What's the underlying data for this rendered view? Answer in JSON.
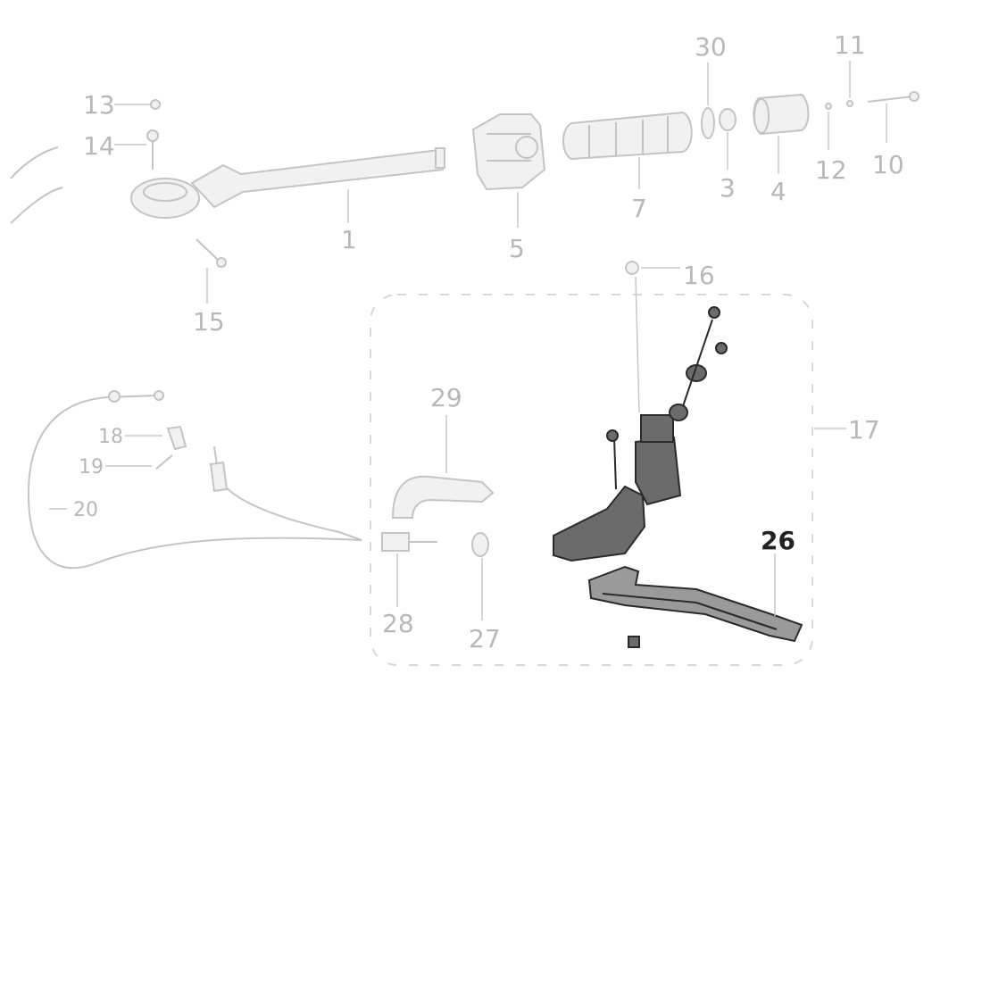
{
  "diagram": {
    "callouts": [
      {
        "id": "c13",
        "label": "13"
      },
      {
        "id": "c14",
        "label": "14"
      },
      {
        "id": "c1",
        "label": "1"
      },
      {
        "id": "c15",
        "label": "15"
      },
      {
        "id": "c5",
        "label": "5"
      },
      {
        "id": "c7",
        "label": "7"
      },
      {
        "id": "c30",
        "label": "30"
      },
      {
        "id": "c3",
        "label": "3"
      },
      {
        "id": "c4",
        "label": "4"
      },
      {
        "id": "c11",
        "label": "11"
      },
      {
        "id": "c12",
        "label": "12"
      },
      {
        "id": "c10",
        "label": "10"
      },
      {
        "id": "c16",
        "label": "16"
      },
      {
        "id": "c17",
        "label": "17"
      },
      {
        "id": "c29",
        "label": "29"
      },
      {
        "id": "c18",
        "label": "18"
      },
      {
        "id": "c19",
        "label": "19"
      },
      {
        "id": "c20",
        "label": "20"
      },
      {
        "id": "c26",
        "label": "26"
      },
      {
        "id": "c28",
        "label": "28"
      },
      {
        "id": "c27",
        "label": "27"
      }
    ],
    "colors": {
      "faded_line": "#c4c4c4",
      "faded_fill": "#f1f1f1",
      "faded_text": "#b8b8b8",
      "highlight_stroke": "#2a2a2a",
      "highlight_fill": "#6b6b6b"
    }
  }
}
